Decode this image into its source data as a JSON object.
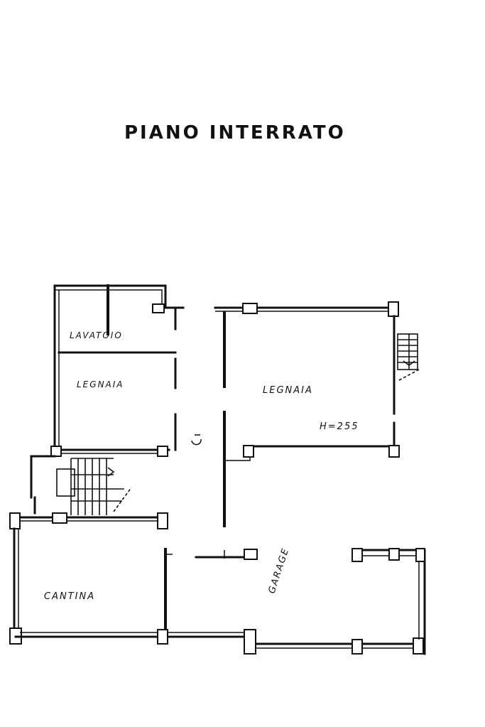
{
  "title": "PIANO INTERRATO",
  "rooms": {
    "lavatoio": "LAVATOIO",
    "legnaia_left": "LEGNAIA",
    "legnaia_right": "LEGNAIA",
    "height_note": "H=255",
    "cantina": "CANTINA",
    "garage": "GARAGE"
  },
  "symbols": {
    "stair_arrow": "down-arrow-icon"
  }
}
